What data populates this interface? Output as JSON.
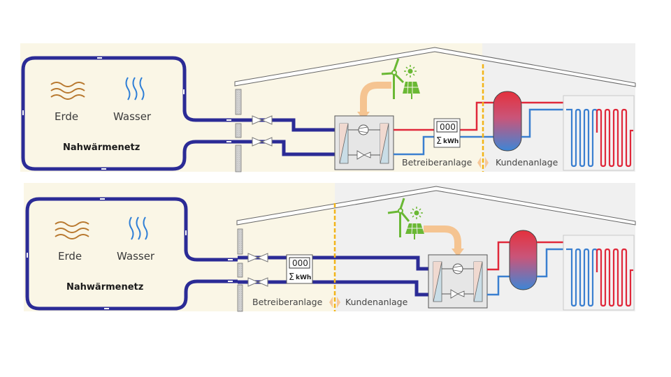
{
  "colors": {
    "operator_zone_bg": "#faf6e6",
    "customer_zone_bg": "#f0f0f0",
    "network_pipe": "#2b2b96",
    "supply_hot": "#e0283a",
    "return_cold": "#3a7fd0",
    "earth_waves": "#b8782e",
    "water_waves": "#2f7fd6",
    "renewables_green": "#6ab834",
    "power_arrow": "#f5c491",
    "boundary_dashed": "#f2b418",
    "boundary_marker": "#f7c898"
  },
  "diagrams": [
    {
      "id": "variant-1",
      "network": {
        "title": "Nahwärmenetz",
        "sources": [
          {
            "label": "Erde",
            "icon": "earth-waves-icon"
          },
          {
            "label": "Wasser",
            "icon": "water-waves-icon"
          }
        ]
      },
      "meter": {
        "display": "000",
        "symbol": "Σ",
        "unit": "kWh"
      },
      "zones": {
        "operator": "Betreiberanlage",
        "customer": "Kundenanlage"
      },
      "renewables": [
        "wind-turbine-icon",
        "solar-panel-icon"
      ],
      "components": [
        "valve",
        "valve",
        "heat-pump",
        "heat-meter",
        "buffer-tank",
        "floor-heating"
      ]
    },
    {
      "id": "variant-2",
      "network": {
        "title": "Nahwärmenetz",
        "sources": [
          {
            "label": "Erde",
            "icon": "earth-waves-icon"
          },
          {
            "label": "Wasser",
            "icon": "water-waves-icon"
          }
        ]
      },
      "meter": {
        "display": "000",
        "symbol": "Σ",
        "unit": "kWh"
      },
      "zones": {
        "operator": "Betreiberanlage",
        "customer": "Kundenanlage"
      },
      "renewables": [
        "wind-turbine-icon",
        "solar-panel-icon"
      ],
      "components": [
        "valve",
        "valve",
        "heat-meter",
        "heat-pump",
        "buffer-tank",
        "floor-heating"
      ]
    }
  ]
}
